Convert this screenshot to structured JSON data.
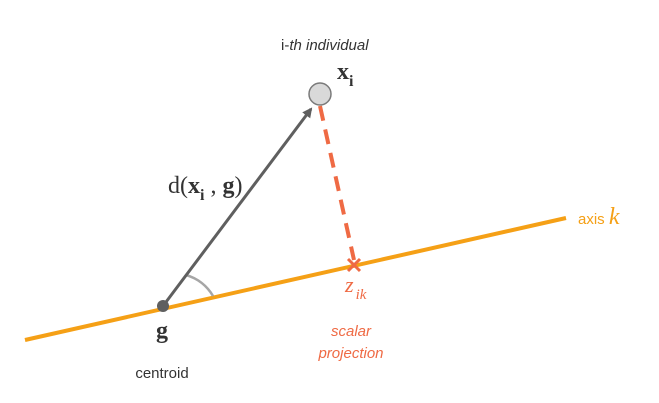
{
  "labels": {
    "individual_prefix": "i-",
    "individual_italic": "th individual",
    "xi_main": "x",
    "xi_sub": "i",
    "distance_open": "d(",
    "distance_x": "x",
    "distance_sub": "i",
    "distance_sep": " , ",
    "distance_g": "g",
    "distance_close": ")",
    "axis_word": "axis ",
    "axis_symbol": "k",
    "z_main": "z",
    "z_sub": "ik",
    "projection_line1": "scalar",
    "projection_line2": "projection",
    "centroid_symbol": "g",
    "centroid_word": "centroid"
  },
  "colors": {
    "axis": "#f5a016",
    "projection": "#ef6a44",
    "vector": "#5f5f5f",
    "point_fill": "#d9d9d9",
    "point_stroke": "#7a7a7a",
    "angle": "#a6a6a6",
    "text": "#333333"
  }
}
